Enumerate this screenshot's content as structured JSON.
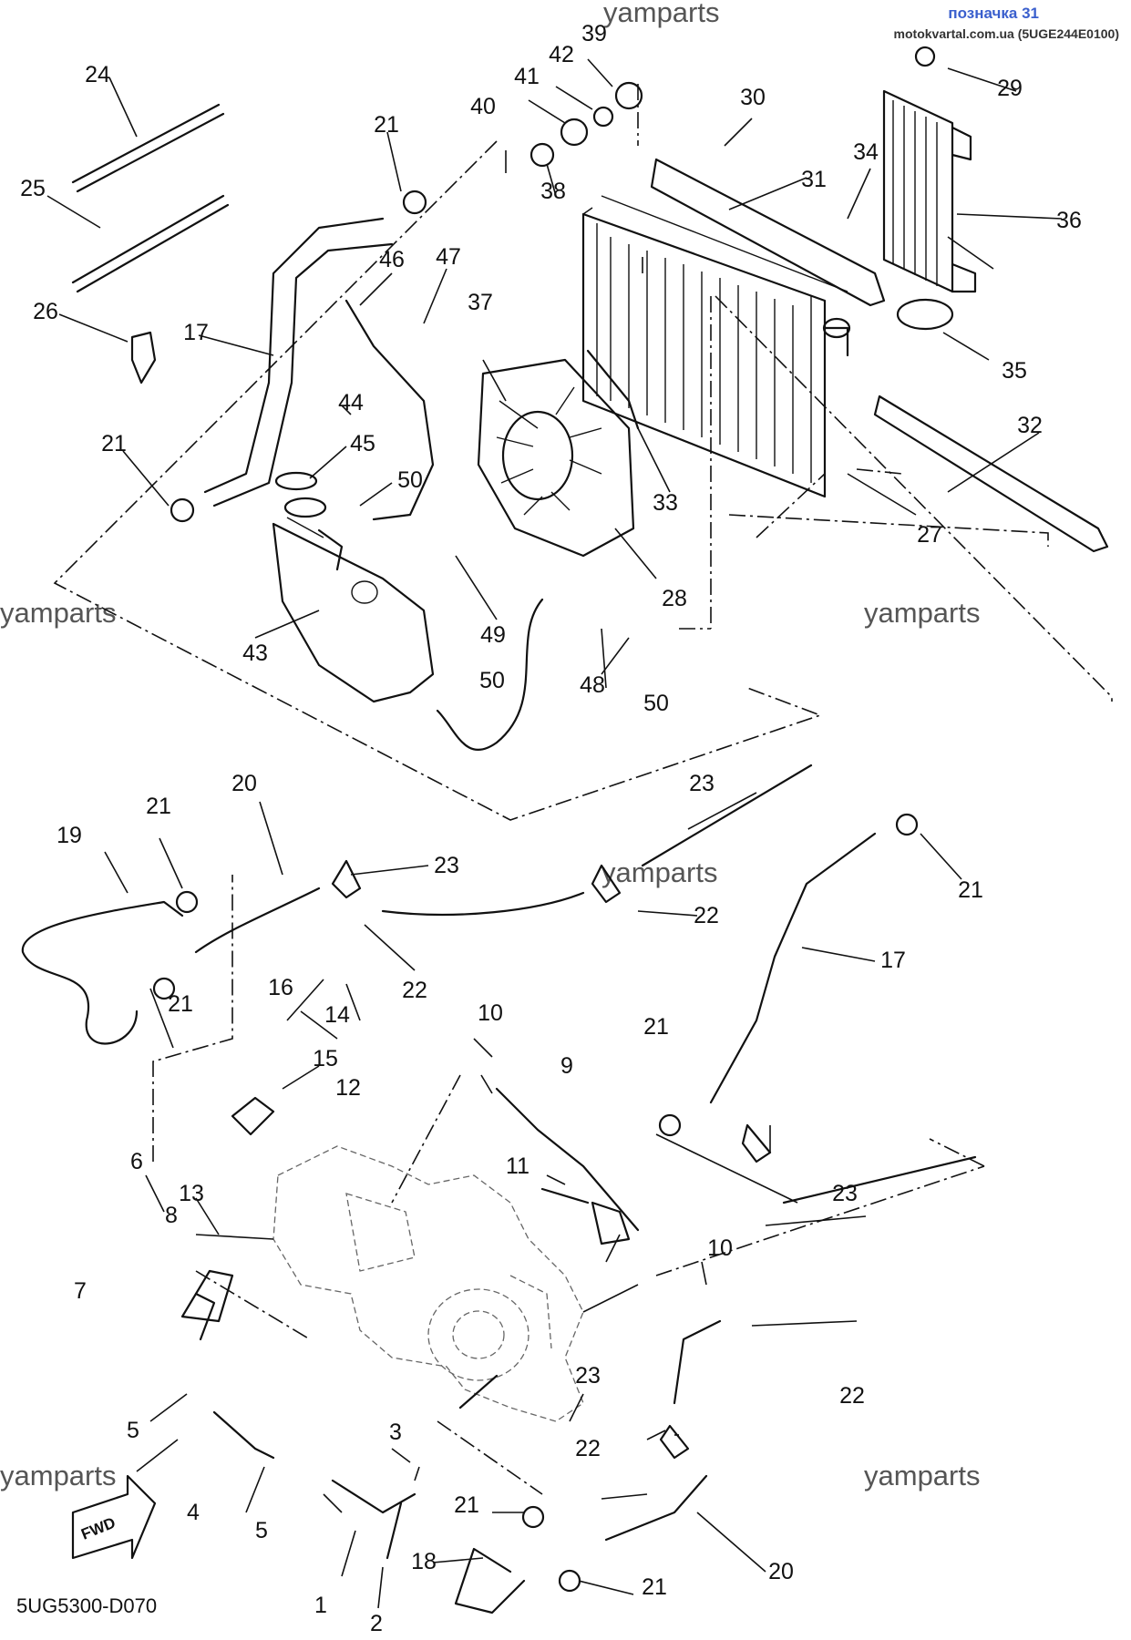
{
  "header": {
    "label": "позначка 31",
    "source": "motokvartal.com.ua (5UGE244E0100)"
  },
  "watermark": "yamparts",
  "diagram_code": "5UG5300-D070",
  "fwd_label": "FWD",
  "callouts": [
    "1",
    "2",
    "3",
    "4",
    "5",
    "5",
    "6",
    "7",
    "8",
    "9",
    "10",
    "10",
    "11",
    "12",
    "13",
    "14",
    "15",
    "16",
    "17",
    "17",
    "18",
    "19",
    "20",
    "20",
    "21",
    "21",
    "21",
    "21",
    "21",
    "21",
    "21",
    "21",
    "22",
    "22",
    "22",
    "22",
    "23",
    "23",
    "23",
    "23",
    "24",
    "25",
    "26",
    "27",
    "28",
    "29",
    "30",
    "31",
    "32",
    "33",
    "34",
    "35",
    "36",
    "37",
    "38",
    "39",
    "40",
    "41",
    "42",
    "43",
    "44",
    "45",
    "46",
    "47",
    "48",
    "49",
    "50",
    "50",
    "50"
  ]
}
